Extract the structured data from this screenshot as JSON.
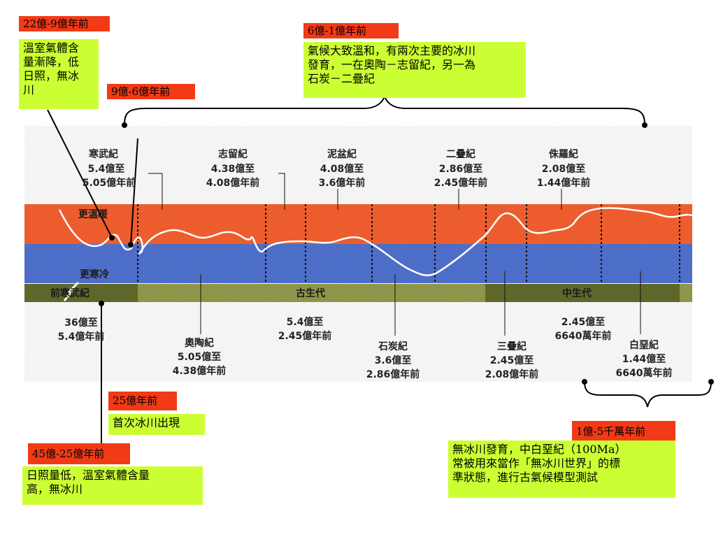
{
  "callouts": {
    "c1": {
      "tag": "22億-9億年前",
      "text": "溫室氣體含\n量漸降，低\n日照，無冰\n川"
    },
    "c2": {
      "tag": "9億-6億年前"
    },
    "c3": {
      "tag": "6億-1億年前",
      "text": "氣候大致溫和，有兩次主要的冰川\n發育，一在奧陶－志留紀，另一為\n石炭－二疊紀"
    },
    "c4": {
      "tag": "25億年前",
      "text": "首次冰川出現"
    },
    "c5": {
      "tag": "45億-25億年前",
      "text": "日照量低，溫室氣體含量\n高，無冰川"
    },
    "c6": {
      "tag": "1億-5千萬年前",
      "text": "無冰川發育，中白堊紀（100Ma）\n常被用來當作「無冰川世界」的標\n準狀態，進行古氣候模型測試"
    }
  },
  "bands": {
    "warm": "更溫暖",
    "cold": "更寒冷",
    "warm_color": "#ee5a2a",
    "cold_color": "#4a6cc8",
    "era_color": "#8d9446"
  },
  "eras": {
    "precambrian": "前寒武紀",
    "paleozoic": "古生代",
    "mesozoic": "中生代"
  },
  "periods_top": [
    {
      "name": "寒武紀",
      "range1": "5.4億至",
      "range2": "5.05億年前"
    },
    {
      "name": "志留紀",
      "range1": "4.38億至",
      "range2": "4.08億年前"
    },
    {
      "name": "泥盆紀",
      "range1": "4.08億至",
      "range2": "3.6億年前"
    },
    {
      "name": "二疊紀",
      "range1": "2.86億至",
      "range2": "2.45億年前"
    },
    {
      "name": "侏羅紀",
      "range1": "2.08億至",
      "range2": "1.44億年前"
    }
  ],
  "periods_bottom": [
    {
      "name": "",
      "range1": "36億至",
      "range2": "5.4億年前"
    },
    {
      "name": "奧陶紀",
      "range1": "5.05億至",
      "range2": "4.38億年前"
    },
    {
      "name": "",
      "range1": "5.4億至",
      "range2": "2.45億年前"
    },
    {
      "name": "石炭紀",
      "range1": "3.6億至",
      "range2": "2.86億年前"
    },
    {
      "name": "三疊紀",
      "range1": "2.45億至",
      "range2": "2.08億年前"
    },
    {
      "name": "",
      "range1": "2.45億至",
      "range2": "6640萬年前"
    },
    {
      "name": "白堊紀",
      "range1": "1.44億至",
      "range2": "6640萬年前"
    }
  ]
}
